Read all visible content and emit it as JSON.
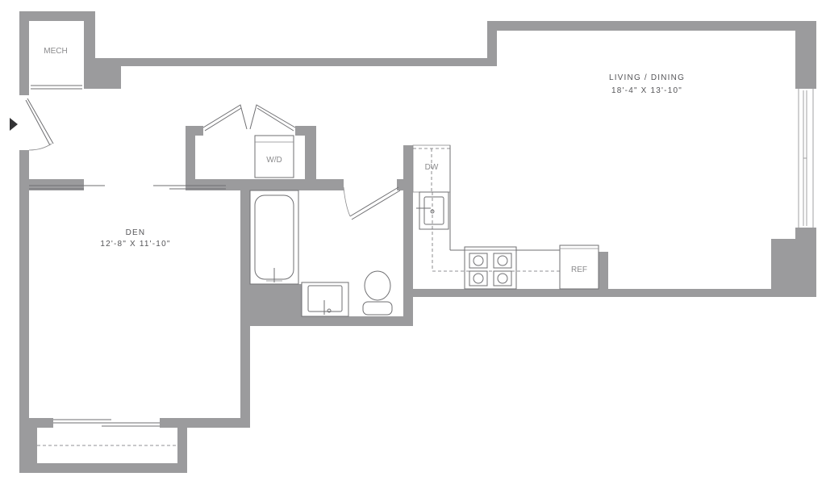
{
  "rooms": {
    "mech": {
      "name": "MECH"
    },
    "living": {
      "name": "LIVING / DINING",
      "dimensions": "18'-4\" X 13'-10\""
    },
    "den": {
      "name": "DEN",
      "dimensions": "12'-8\" X 11'-10\""
    }
  },
  "fixtures": {
    "washer_dryer": "W/D",
    "dishwasher": "DW",
    "refrigerator": "REF"
  },
  "icons": {
    "entry": "entry-arrow-icon",
    "range": "stove-burner-icon",
    "sink": "sink-icon",
    "toilet": "toilet-icon",
    "bathtub": "bathtub-icon"
  },
  "colors": {
    "wall": "#9b9b9d",
    "background": "#ffffff",
    "text": "#555558"
  }
}
